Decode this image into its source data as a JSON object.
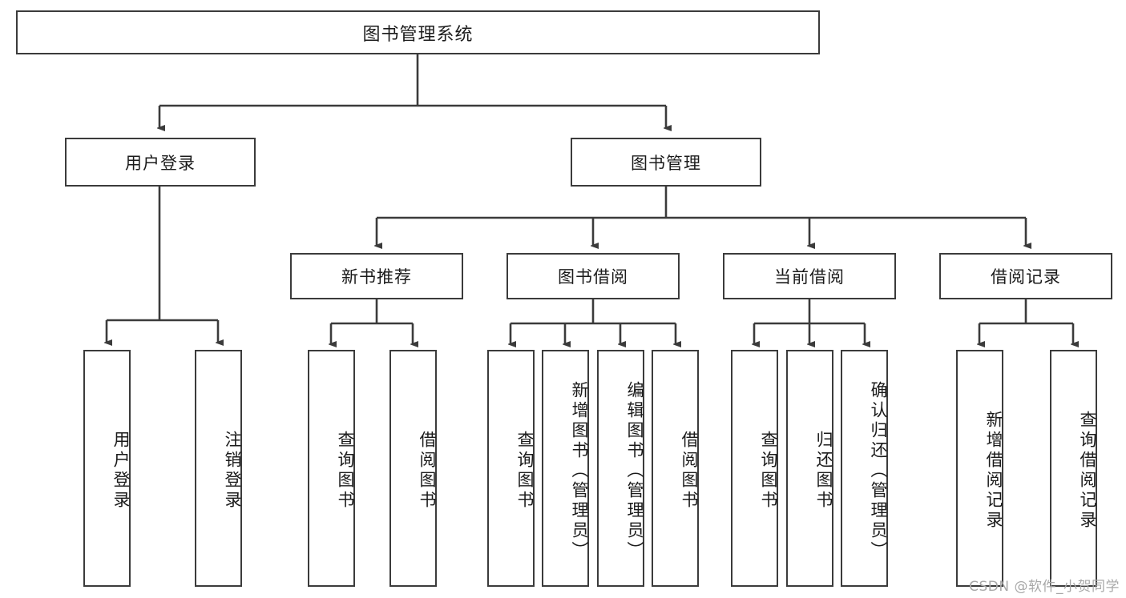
{
  "diagram": {
    "title": "图书管理系统",
    "type": "hierarchy-tree",
    "watermark": "CSDN @软件_小贺同学",
    "colors": {
      "stroke": "#3b3b3b",
      "fill": "#ffffff",
      "text": "#1b1b1b",
      "watermark": "#a8a8a8"
    },
    "levels": {
      "root": {
        "label": "图书管理系统"
      },
      "level2": [
        {
          "label": "用户登录"
        },
        {
          "label": "图书管理"
        }
      ],
      "level3": [
        {
          "label": "新书推荐"
        },
        {
          "label": "图书借阅"
        },
        {
          "label": "当前借阅"
        },
        {
          "label": "借阅记录"
        }
      ],
      "leaves": {
        "user_login": [
          {
            "label": "用户登录"
          },
          {
            "label": "注销登录"
          }
        ],
        "new_book_recommend": [
          {
            "label": "查询图书"
          },
          {
            "label": "借阅图书"
          }
        ],
        "book_borrow": [
          {
            "label": "查询图书"
          },
          {
            "label": "新增图书（管理员）"
          },
          {
            "label": "编辑图书（管理员）"
          },
          {
            "label": "借阅图书"
          }
        ],
        "current_borrow": [
          {
            "label": "查询图书"
          },
          {
            "label": "归还图书"
          },
          {
            "label": "确认归还（管理员）"
          }
        ],
        "borrow_record": [
          {
            "label": "新增借阅记录"
          },
          {
            "label": "查询借阅记录"
          }
        ]
      }
    }
  }
}
